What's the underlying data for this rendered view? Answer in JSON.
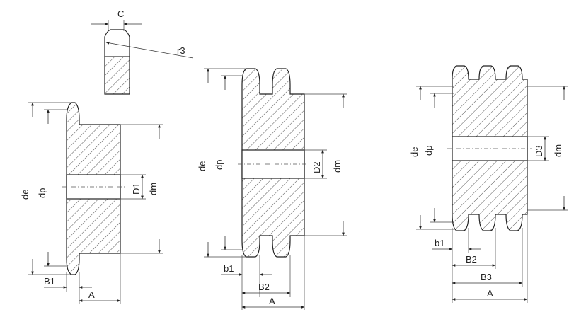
{
  "labels": {
    "C": "C",
    "r3": "r3",
    "de": "de",
    "dp": "dp",
    "D1": "D1",
    "D2": "D2",
    "D3": "D3",
    "dm": "dm",
    "B1": "B1",
    "b1": "b1",
    "B2": "B2",
    "B3": "B3",
    "A": "A"
  }
}
